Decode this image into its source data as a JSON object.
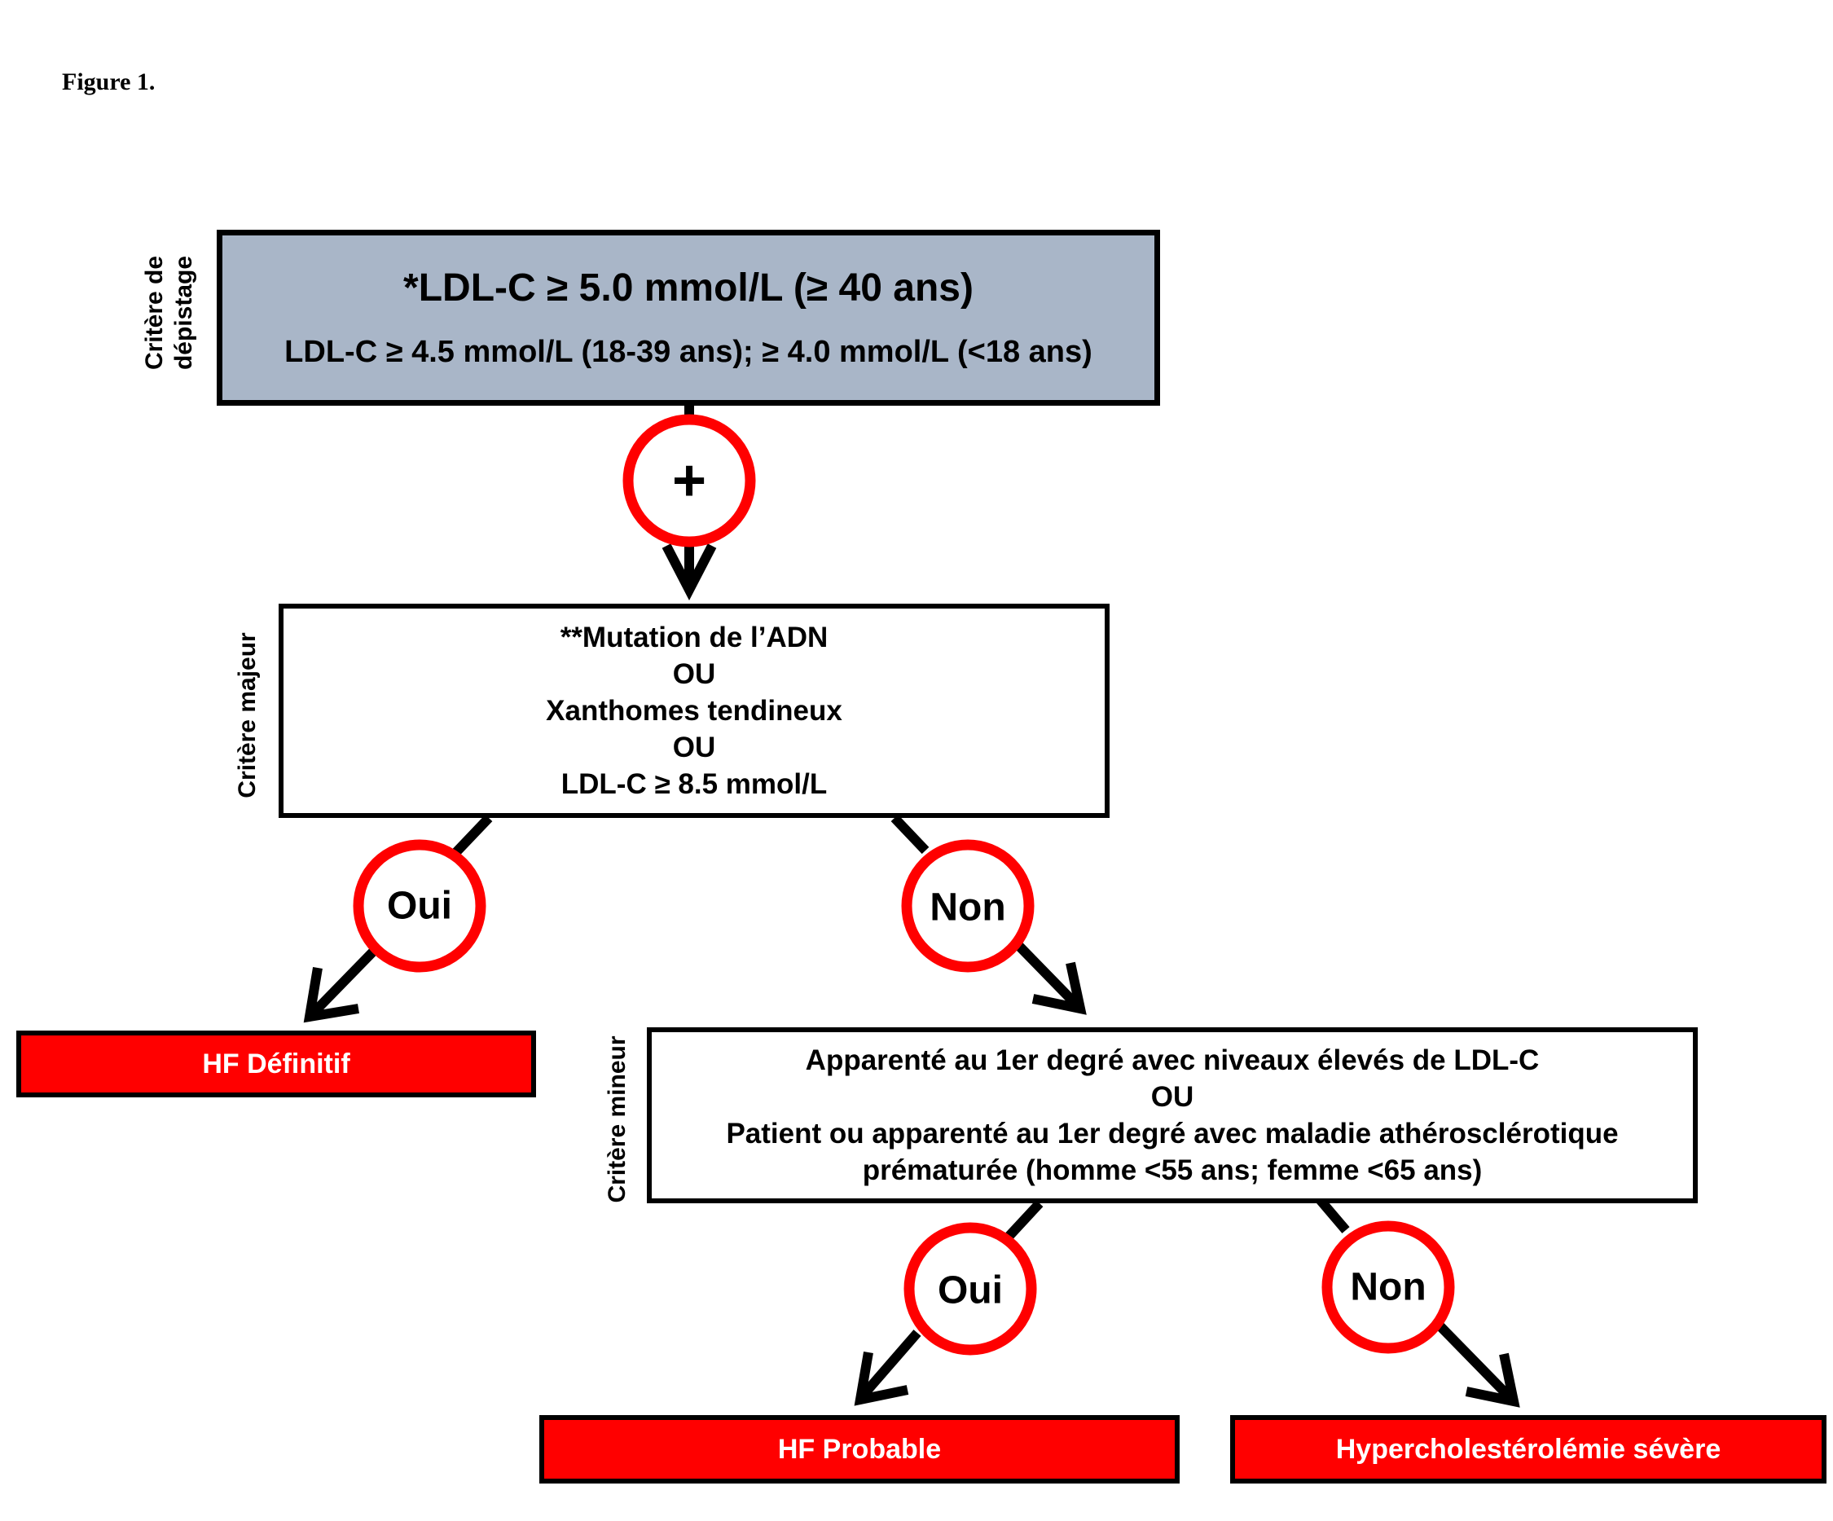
{
  "figure_label": "Figure 1.",
  "side_labels": {
    "screening_line1": "Critère de",
    "screening_line2": "dépistage",
    "major": "Critère majeur",
    "minor": "Critère mineur"
  },
  "screening_box": {
    "line1": "*LDL-C ≥ 5.0 mmol/L (≥ 40 ans)",
    "line2": "LDL-C ≥ 4.5 mmol/L (18-39 ans); ≥ 4.0 mmol/L (<18 ans)"
  },
  "plus_symbol": "+",
  "major_box": {
    "lines": [
      "**Mutation de l’ADN",
      "OU",
      "Xanthomes tendineux",
      "OU",
      "LDL-C ≥ 8.5 mmol/L"
    ]
  },
  "minor_box": {
    "lines": [
      "Apparenté au 1er degré avec niveaux élevés de LDL-C",
      "OU",
      "Patient ou apparenté au 1er degré avec maladie athérosclérotique",
      "prématurée (homme <55 ans; femme <65 ans)"
    ]
  },
  "decisions": {
    "major_yes": "Oui",
    "major_no": "Non",
    "minor_yes": "Oui",
    "minor_no": "Non"
  },
  "results": {
    "definitive": "HF Définitif",
    "probable": "HF Probable",
    "severe": "Hypercholestérolémie sévère"
  },
  "colors": {
    "screening_fill": "#a9b6c8",
    "result_fill": "#ff0000",
    "circle_ring": "#ff0000",
    "result_text": "#ffffff"
  }
}
